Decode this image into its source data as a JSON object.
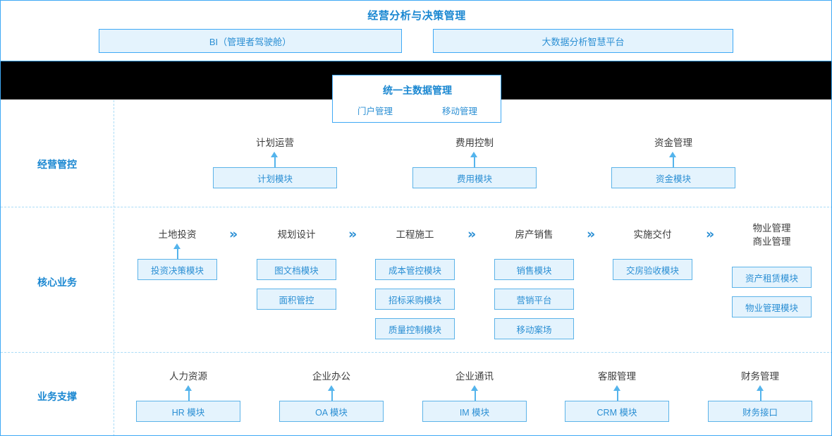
{
  "header": {
    "title": "经营分析与决策管理",
    "boxes": [
      {
        "label": "BI（管理者驾驶舱）"
      },
      {
        "label": "大数据分析智慧平台"
      }
    ]
  },
  "master_data": {
    "title": "统一主数据管理",
    "sub_items": [
      {
        "label": "门户管理"
      },
      {
        "label": "移动管理"
      }
    ]
  },
  "sections": [
    {
      "id": "operations-control",
      "label": "经营管控",
      "columns": [
        {
          "title": "计划运营",
          "has_arrow": true,
          "modules": [
            {
              "label": "计划模块"
            }
          ]
        },
        {
          "title": "费用控制",
          "has_arrow": true,
          "modules": [
            {
              "label": "费用模块"
            }
          ]
        },
        {
          "title": "资金管理",
          "has_arrow": true,
          "modules": [
            {
              "label": "资金模块"
            }
          ]
        }
      ]
    },
    {
      "id": "core-business",
      "label": "核心业务",
      "columns": [
        {
          "title": "土地投资",
          "has_arrow": true,
          "chevron_after": "»",
          "modules": [
            {
              "label": "投资决策模块"
            }
          ]
        },
        {
          "title": "规划设计",
          "has_arrow": false,
          "chevron_after": "»",
          "modules": [
            {
              "label": "图文档模块"
            },
            {
              "label": "面积管控"
            }
          ]
        },
        {
          "title": "工程施工",
          "has_arrow": false,
          "chevron_after": "»",
          "modules": [
            {
              "label": "成本管控模块"
            },
            {
              "label": "招标采购模块"
            },
            {
              "label": "质量控制模块"
            }
          ]
        },
        {
          "title": "房产销售",
          "has_arrow": false,
          "chevron_after": "»",
          "modules": [
            {
              "label": "销售模块"
            },
            {
              "label": "营销平台"
            },
            {
              "label": "移动案场"
            }
          ]
        },
        {
          "title": "实施交付",
          "has_arrow": false,
          "chevron_after": "»",
          "modules": [
            {
              "label": "交房验收模块"
            }
          ]
        },
        {
          "title": "物业管理\n商业管理",
          "title_line1": "物业管理",
          "title_line2": "商业管理",
          "has_arrow": false,
          "chevron_after": "",
          "modules": [
            {
              "label": "资产租赁模块"
            },
            {
              "label": "物业管理模块"
            }
          ]
        }
      ]
    },
    {
      "id": "business-support",
      "label": "业务支撑",
      "columns": [
        {
          "title": "人力资源",
          "has_arrow": true,
          "modules": [
            {
              "label": "HR 模块"
            }
          ]
        },
        {
          "title": "企业办公",
          "has_arrow": true,
          "modules": [
            {
              "label": "OA 模块"
            }
          ]
        },
        {
          "title": "企业通讯",
          "has_arrow": true,
          "modules": [
            {
              "label": "IM 模块"
            }
          ]
        },
        {
          "title": "客服管理",
          "has_arrow": true,
          "modules": [
            {
              "label": "CRM 模块"
            }
          ]
        },
        {
          "title": "财务管理",
          "has_arrow": true,
          "modules": [
            {
              "label": "财务接口"
            }
          ]
        }
      ]
    }
  ],
  "colors": {
    "accent": "#1a87d1",
    "box_fill": "#e4f3fd",
    "box_border": "#5cb3e8",
    "frame_border": "#3fa9f5",
    "dashed": "#aadcf7",
    "label_text": "#3c3c3c",
    "redacted": "#000000"
  }
}
